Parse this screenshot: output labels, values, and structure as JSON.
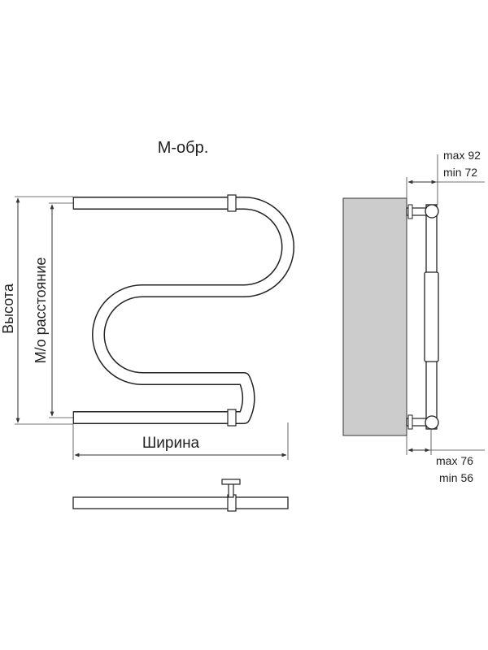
{
  "title": "М-обр.",
  "labels": {
    "height": "Высота",
    "center_distance": "М/о расстояние",
    "width": "Ширина"
  },
  "side_view": {
    "top_offset": {
      "max": "max 92",
      "min": "min 72"
    },
    "bottom_offset": {
      "max": "max 76",
      "min": "min 56"
    }
  },
  "colors": {
    "line": "#222222",
    "wall": "#cccccc"
  }
}
